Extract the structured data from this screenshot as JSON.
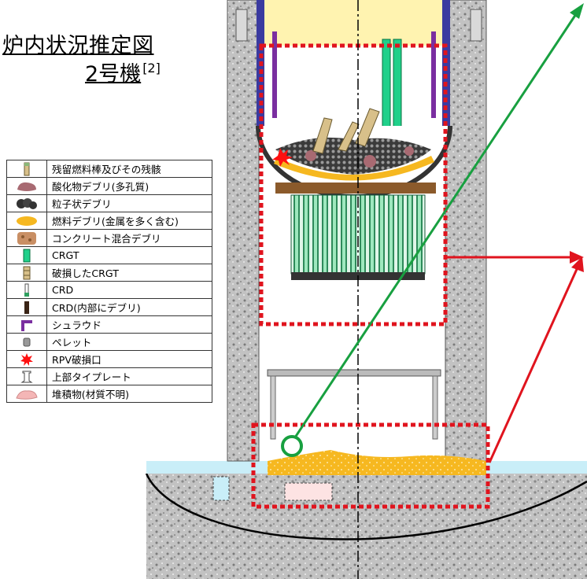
{
  "title": {
    "line1": "炉内状況推定図",
    "line2_unit": "2号機",
    "line2_ref": "[2]"
  },
  "legend": [
    {
      "icon": "residual-fuel-rod-icon",
      "label": "残留燃料棒及びその残骸"
    },
    {
      "icon": "oxide-debris-icon",
      "label": "酸化物デブリ(多孔質)"
    },
    {
      "icon": "particulate-debris-icon",
      "label": "粒子状デブリ"
    },
    {
      "icon": "metal-fuel-debris-icon",
      "label": "燃料デブリ(金属を多く含む)"
    },
    {
      "icon": "concrete-debris-icon",
      "label": "コンクリート混合デブリ"
    },
    {
      "icon": "crgt-icon",
      "label": "CRGT"
    },
    {
      "icon": "damaged-crgt-icon",
      "label": "破損したCRGT"
    },
    {
      "icon": "crd-icon",
      "label": "CRD"
    },
    {
      "icon": "crd-debris-icon",
      "label": "CRD(内部にデブリ)"
    },
    {
      "icon": "shroud-icon",
      "label": "シュラウド"
    },
    {
      "icon": "pellet-icon",
      "label": "ペレット"
    },
    {
      "icon": "rpv-breach-icon",
      "label": "RPV破損口"
    },
    {
      "icon": "upper-tie-plate-icon",
      "label": "上部タイプレート"
    },
    {
      "icon": "deposit-icon",
      "label": "堆積物(材質不明)"
    }
  ],
  "colors": {
    "concrete": "#b9b9b9",
    "water": "#c9eef8",
    "metal_debris": "#f6b820",
    "oxide_debris": "#a86a72",
    "crgt": "#20d08a",
    "dash_box": "#e0141e",
    "green_arrow": "#18a040",
    "red_arrow": "#e0141e",
    "shroud": "#7a2ea0",
    "vessel_top": "#fff3b0"
  }
}
